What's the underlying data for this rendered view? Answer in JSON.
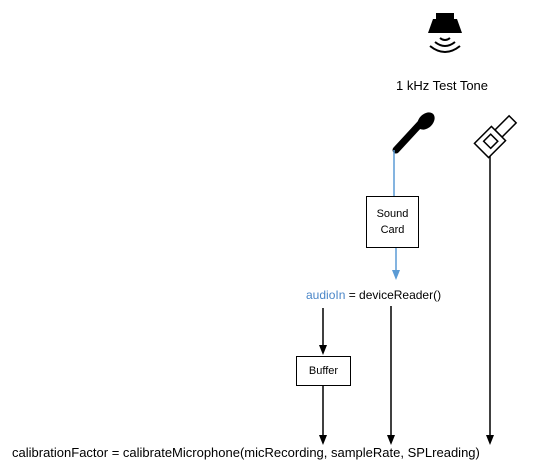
{
  "nodes": {
    "speaker_label": "1 kHz Test Tone",
    "sound_card_line1": "Sound",
    "sound_card_line2": "Card",
    "audio_in_var": "audioIn",
    "device_reader_call": " = deviceReader()",
    "buffer_label": "Buffer",
    "calibration_call": "calibrationFactor = calibrateMicrophone(micRecording, sampleRate, SPLreading)"
  },
  "icons": {
    "speaker": "speaker-icon",
    "microphone": "microphone-icon",
    "spl_meter": "spl-meter-icon"
  },
  "colors": {
    "signal_line": "#5b9bd5",
    "arrow_line": "#000000",
    "audio_in_text": "#4a86c8"
  }
}
